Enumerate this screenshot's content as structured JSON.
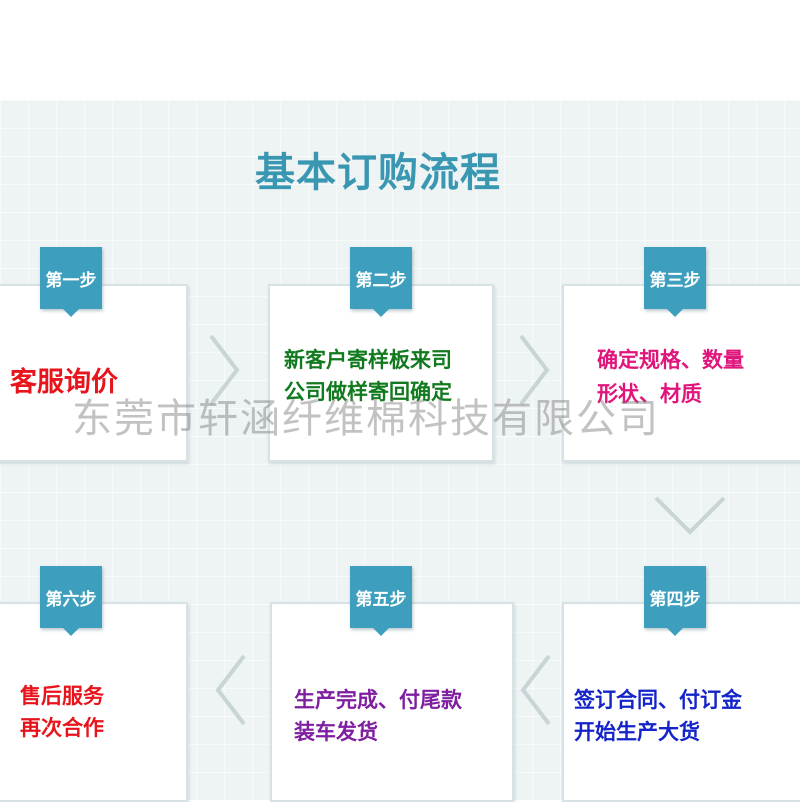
{
  "title": "基本订购流程",
  "watermark": "东莞市轩涵纤维棉科技有限公司",
  "colors": {
    "badge": "#3d9fbd",
    "title": "#3a97b2",
    "card_border": "#d6e2e5",
    "arrow": "#c9d4d6"
  },
  "steps": [
    {
      "badge": "第一步",
      "lines": [
        "客服询价"
      ],
      "color": "#e8141b"
    },
    {
      "badge": "第二步",
      "lines": [
        "新客户寄样板来司",
        "公司做样寄回确定"
      ],
      "color": "#127a1e"
    },
    {
      "badge": "第三步",
      "lines": [
        "确定规格、数量",
        "形状、材质"
      ],
      "color": "#e0157c"
    },
    {
      "badge": "第四步",
      "lines": [
        "签订合同、付订金",
        "开始生产大货"
      ],
      "color": "#1424c8"
    },
    {
      "badge": "第五步",
      "lines": [
        "生产完成、付尾款",
        "装车发货"
      ],
      "color": "#7f1ea0"
    },
    {
      "badge": "第六步",
      "lines": [
        "售后服务",
        "再次合作"
      ],
      "color": "#e8141b"
    }
  ]
}
